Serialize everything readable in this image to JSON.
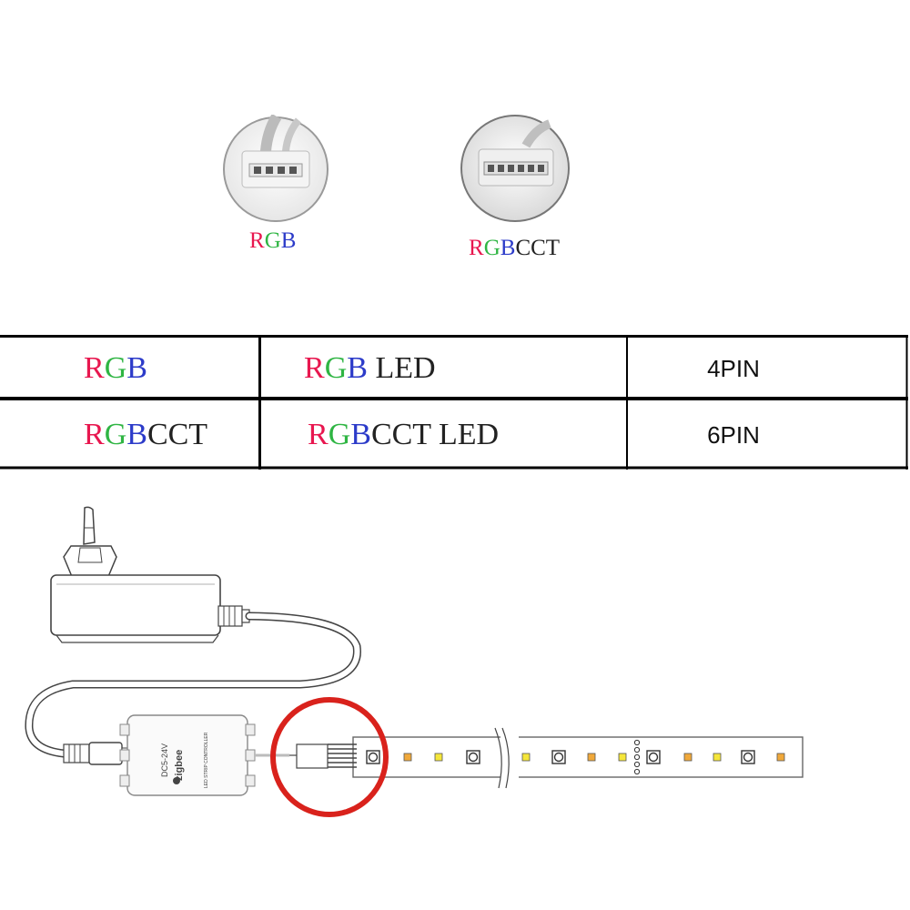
{
  "connectors": [
    {
      "label_parts": [
        {
          "t": "R",
          "c": "r"
        },
        {
          "t": "G",
          "c": "g"
        },
        {
          "t": "B",
          "c": "b"
        }
      ],
      "pins": 4
    },
    {
      "label_parts": [
        {
          "t": "R",
          "c": "r"
        },
        {
          "t": "G",
          "c": "g"
        },
        {
          "t": "B",
          "c": "b"
        },
        {
          "t": "CCT",
          "c": "k"
        }
      ],
      "pins": 6
    }
  ],
  "table": {
    "rows": [
      {
        "type_parts": [
          {
            "t": "R",
            "c": "r"
          },
          {
            "t": "G",
            "c": "g"
          },
          {
            "t": "B",
            "c": "b"
          }
        ],
        "led_parts": [
          {
            "t": "R",
            "c": "r"
          },
          {
            "t": "G",
            "c": "g"
          },
          {
            "t": "B",
            "c": "b"
          },
          {
            "t": " LED",
            "c": "k"
          }
        ],
        "pins": "4PIN"
      },
      {
        "type_parts": [
          {
            "t": "R",
            "c": "r"
          },
          {
            "t": "G",
            "c": "g"
          },
          {
            "t": "B",
            "c": "b"
          },
          {
            "t": "CCT",
            "c": "k"
          }
        ],
        "led_parts": [
          {
            "t": "R",
            "c": "r"
          },
          {
            "t": "G",
            "c": "g"
          },
          {
            "t": "B",
            "c": "b"
          },
          {
            "t": "CCT LED",
            "c": "k"
          }
        ],
        "pins": "6PIN"
      }
    ]
  },
  "controller": {
    "brand": "zigbee",
    "model_text": "LED STRIP CONTROLLER",
    "voltage": "DC5-24V"
  },
  "colors": {
    "red": "#e8174f",
    "green": "#2fb543",
    "blue": "#2c3bc9",
    "highlight_ring": "#d9221c",
    "led_yellow": "#f5e63a",
    "led_orange": "#f0a83a"
  },
  "icons": [
    "power-adapter-icon",
    "eu-plug-icon",
    "controller-box-icon",
    "led-strip-icon",
    "connector-4pin-icon",
    "connector-6pin-icon"
  ]
}
